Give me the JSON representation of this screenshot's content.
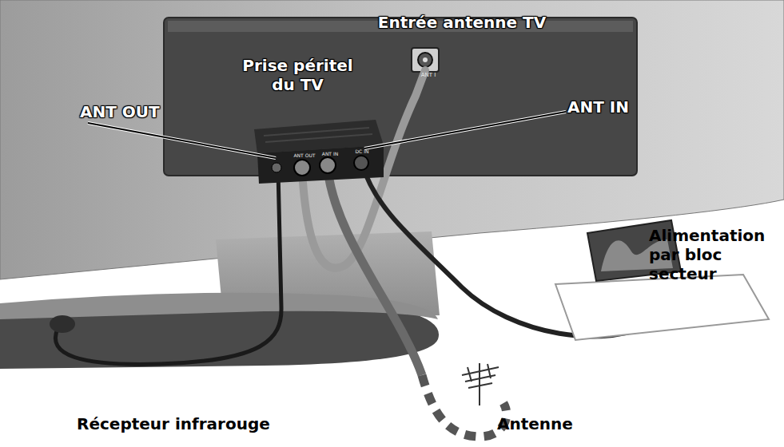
{
  "diagram": {
    "labels": [
      "Entrée antenne TV",
      "Prise péritel du TV",
      "ANT OUT",
      "ANT IN",
      "Alimentation par bloc secteur",
      "Récepteur infrarouge",
      "Antenne",
      "ANT I",
      "ANT OUT",
      "ANT IN",
      "DC IN"
    ]
  }
}
